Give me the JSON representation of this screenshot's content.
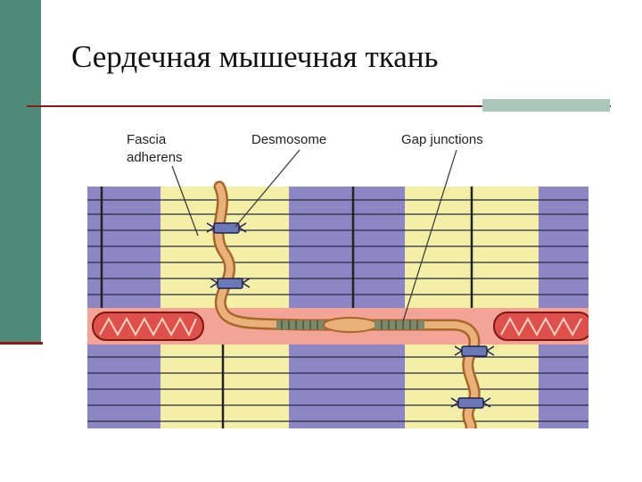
{
  "slide": {
    "title": "Сердечная мышечная ткань"
  },
  "diagram": {
    "labels": {
      "fascia_line1": "Fascia",
      "fascia_line2": "adherens",
      "desmosome": "Desmosome",
      "gap_junctions": "Gap junctions"
    },
    "colors": {
      "a_band": "#8d86c4",
      "i_band": "#f4efa6",
      "sarcoplasm": "#f4a496",
      "membrane": "#d99a5a",
      "mitochondrion": "#e0504a",
      "desmosome": "#6a78b8",
      "theme_green": "#4f8a78",
      "theme_red": "#8b1a1a"
    }
  }
}
